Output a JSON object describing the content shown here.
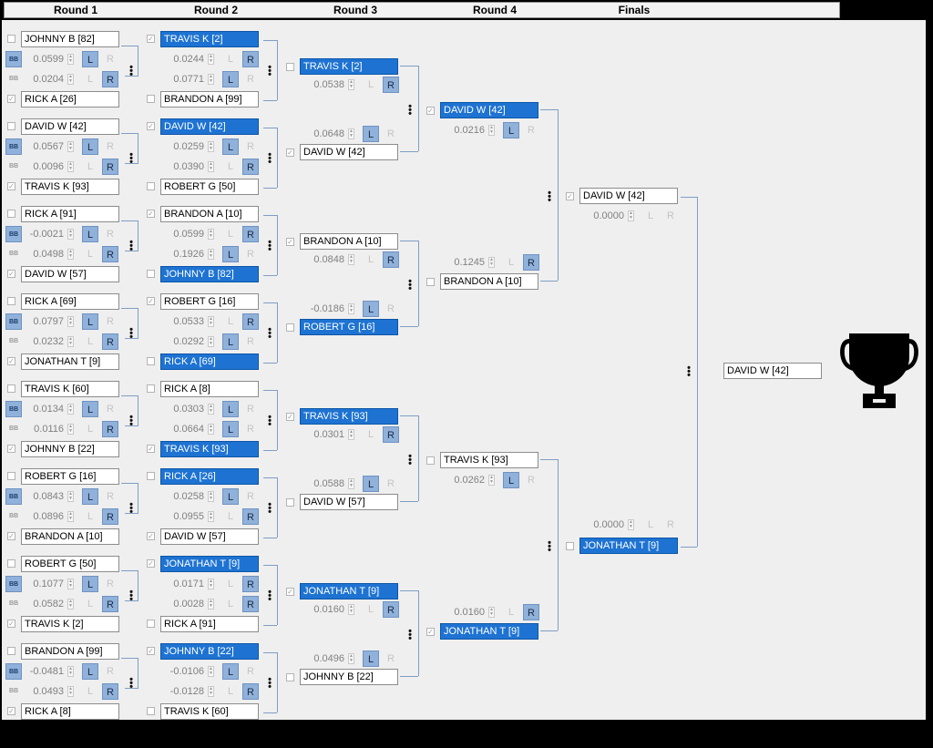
{
  "header": {
    "rounds": [
      "Round 1",
      "Round 2",
      "Round 3",
      "Round 4",
      "Finals"
    ]
  },
  "labels": {
    "left": "L",
    "right": "R",
    "bb": "BB"
  },
  "colors": {
    "selected": "#1e73d2",
    "button": "#8fb1da",
    "connector": "#7f9ec4"
  },
  "round1": [
    {
      "top": {
        "name": "JOHNNY B [82]",
        "checked": false,
        "selected": false
      },
      "bottom": {
        "name": "RICK A [26]",
        "checked": true,
        "selected": false
      },
      "scores": [
        {
          "value": "0.0599",
          "bb": true,
          "btn": "L"
        },
        {
          "value": "0.0204",
          "bb": false,
          "btn": "R"
        }
      ]
    },
    {
      "top": {
        "name": "DAVID W [42]",
        "checked": false,
        "selected": false
      },
      "bottom": {
        "name": "TRAVIS K [93]",
        "checked": true,
        "selected": false
      },
      "scores": [
        {
          "value": "0.0567",
          "bb": true,
          "btn": "L"
        },
        {
          "value": "0.0096",
          "bb": false,
          "btn": "R"
        }
      ]
    },
    {
      "top": {
        "name": "RICK A [91]",
        "checked": false,
        "selected": false
      },
      "bottom": {
        "name": "DAVID W [57]",
        "checked": true,
        "selected": false
      },
      "scores": [
        {
          "value": "-0.0021",
          "bb": true,
          "btn": "L"
        },
        {
          "value": "0.0498",
          "bb": false,
          "btn": "R"
        }
      ]
    },
    {
      "top": {
        "name": "RICK A [69]",
        "checked": false,
        "selected": false
      },
      "bottom": {
        "name": "JONATHAN T [9]",
        "checked": true,
        "selected": false
      },
      "scores": [
        {
          "value": "0.0797",
          "bb": true,
          "btn": "L"
        },
        {
          "value": "0.0232",
          "bb": false,
          "btn": "R"
        }
      ]
    },
    {
      "top": {
        "name": "TRAVIS K [60]",
        "checked": false,
        "selected": false
      },
      "bottom": {
        "name": "JOHNNY B [22]",
        "checked": true,
        "selected": false
      },
      "scores": [
        {
          "value": "0.0134",
          "bb": true,
          "btn": "L"
        },
        {
          "value": "0.0116",
          "bb": false,
          "btn": "R"
        }
      ]
    },
    {
      "top": {
        "name": "ROBERT G [16]",
        "checked": false,
        "selected": false
      },
      "bottom": {
        "name": "BRANDON A [10]",
        "checked": true,
        "selected": false
      },
      "scores": [
        {
          "value": "0.0843",
          "bb": true,
          "btn": "L"
        },
        {
          "value": "0.0896",
          "bb": false,
          "btn": "R"
        }
      ]
    },
    {
      "top": {
        "name": "ROBERT G [50]",
        "checked": false,
        "selected": false
      },
      "bottom": {
        "name": "TRAVIS K [2]",
        "checked": true,
        "selected": false
      },
      "scores": [
        {
          "value": "0.1077",
          "bb": true,
          "btn": "L"
        },
        {
          "value": "0.0582",
          "bb": false,
          "btn": "R"
        }
      ]
    },
    {
      "top": {
        "name": "BRANDON A [99]",
        "checked": false,
        "selected": false
      },
      "bottom": {
        "name": "RICK A [8]",
        "checked": true,
        "selected": false
      },
      "scores": [
        {
          "value": "-0.0481",
          "bb": true,
          "btn": "L"
        },
        {
          "value": "0.0493",
          "bb": false,
          "btn": "R"
        }
      ]
    }
  ],
  "round2": [
    {
      "top": {
        "name": "TRAVIS K [2]",
        "checked": true,
        "selected": true
      },
      "bottom": {
        "name": "BRANDON A [99]",
        "checked": false,
        "selected": false
      },
      "scores": [
        {
          "value": "0.0244",
          "btn": "R"
        },
        {
          "value": "0.0771",
          "btn": "L"
        }
      ]
    },
    {
      "top": {
        "name": "DAVID W [42]",
        "checked": true,
        "selected": true
      },
      "bottom": {
        "name": "ROBERT G [50]",
        "checked": false,
        "selected": false
      },
      "scores": [
        {
          "value": "0.0259",
          "btn": "L"
        },
        {
          "value": "0.0390",
          "btn": "R"
        }
      ]
    },
    {
      "top": {
        "name": "BRANDON A [10]",
        "checked": true,
        "selected": false
      },
      "bottom": {
        "name": "JOHNNY B [82]",
        "checked": false,
        "selected": true
      },
      "scores": [
        {
          "value": "0.0599",
          "btn": "R"
        },
        {
          "value": "0.1926",
          "btn": "L"
        }
      ]
    },
    {
      "top": {
        "name": "ROBERT G [16]",
        "checked": true,
        "selected": false
      },
      "bottom": {
        "name": "RICK A [69]",
        "checked": false,
        "selected": true
      },
      "scores": [
        {
          "value": "0.0533",
          "btn": "R"
        },
        {
          "value": "0.0292",
          "btn": "L"
        }
      ]
    },
    {
      "top": {
        "name": "RICK A [8]",
        "checked": false,
        "selected": false
      },
      "bottom": {
        "name": "TRAVIS K [93]",
        "checked": true,
        "selected": true
      },
      "scores": [
        {
          "value": "0.0303",
          "btn": "L"
        },
        {
          "value": "0.0664",
          "btn": "L"
        }
      ]
    },
    {
      "top": {
        "name": "RICK A [26]",
        "checked": false,
        "selected": true
      },
      "bottom": {
        "name": "DAVID W [57]",
        "checked": true,
        "selected": false
      },
      "scores": [
        {
          "value": "0.0258",
          "btn": "L"
        },
        {
          "value": "0.0955",
          "btn": "R"
        }
      ]
    },
    {
      "top": {
        "name": "JONATHAN T [9]",
        "checked": true,
        "selected": true
      },
      "bottom": {
        "name": "RICK A [91]",
        "checked": false,
        "selected": false
      },
      "scores": [
        {
          "value": "0.0171",
          "btn": "R"
        },
        {
          "value": "0.0028",
          "btn": "R"
        }
      ]
    },
    {
      "top": {
        "name": "JOHNNY B [22]",
        "checked": true,
        "selected": true
      },
      "bottom": {
        "name": "TRAVIS K [60]",
        "checked": false,
        "selected": false
      },
      "scores": [
        {
          "value": "-0.0106",
          "btn": "L"
        },
        {
          "value": "-0.0128",
          "btn": "R"
        }
      ]
    }
  ],
  "round3": [
    {
      "top": {
        "name": "TRAVIS K [2]",
        "checked": false,
        "selected": true
      },
      "bottom": {
        "name": "DAVID W [42]",
        "checked": true,
        "selected": false
      },
      "scores": [
        {
          "value": "0.0538",
          "btn": "R"
        },
        {
          "value": "0.0648",
          "btn": "L"
        }
      ]
    },
    {
      "top": {
        "name": "BRANDON A [10]",
        "checked": true,
        "selected": false
      },
      "bottom": {
        "name": "ROBERT G [16]",
        "checked": false,
        "selected": true
      },
      "scores": [
        {
          "value": "0.0848",
          "btn": "R"
        },
        {
          "value": "-0.0186",
          "btn": "L"
        }
      ]
    },
    {
      "top": {
        "name": "TRAVIS K [93]",
        "checked": true,
        "selected": true
      },
      "bottom": {
        "name": "DAVID W [57]",
        "checked": false,
        "selected": false
      },
      "scores": [
        {
          "value": "0.0301",
          "btn": "R"
        },
        {
          "value": "0.0588",
          "btn": "L"
        }
      ]
    },
    {
      "top": {
        "name": "JONATHAN T [9]",
        "checked": true,
        "selected": true
      },
      "bottom": {
        "name": "JOHNNY B [22]",
        "checked": false,
        "selected": false
      },
      "scores": [
        {
          "value": "0.0160",
          "btn": "R"
        },
        {
          "value": "0.0496",
          "btn": "L"
        }
      ]
    }
  ],
  "round4": [
    {
      "top": {
        "name": "DAVID W [42]",
        "checked": true,
        "selected": true
      },
      "bottom": {
        "name": "BRANDON A [10]",
        "checked": false,
        "selected": false
      },
      "scores": [
        {
          "value": "0.0216",
          "btn": "L"
        },
        {
          "value": "0.1245",
          "btn": "R"
        }
      ]
    },
    {
      "top": {
        "name": "TRAVIS K [93]",
        "checked": false,
        "selected": false
      },
      "bottom": {
        "name": "JONATHAN T [9]",
        "checked": true,
        "selected": true
      },
      "scores": [
        {
          "value": "0.0262",
          "btn": "L"
        },
        {
          "value": "0.0160",
          "btn": "R"
        }
      ]
    }
  ],
  "finals": {
    "top": {
      "name": "DAVID W [42]",
      "checked": true,
      "selected": false
    },
    "bottom": {
      "name": "JONATHAN T [9]",
      "checked": false,
      "selected": true
    },
    "scores": [
      {
        "value": "0.0000",
        "btn": "none"
      },
      {
        "value": "0.0000",
        "btn": "none"
      }
    ]
  },
  "champion": {
    "name": "DAVID W [42]"
  },
  "trophy_icon": "trophy-icon"
}
